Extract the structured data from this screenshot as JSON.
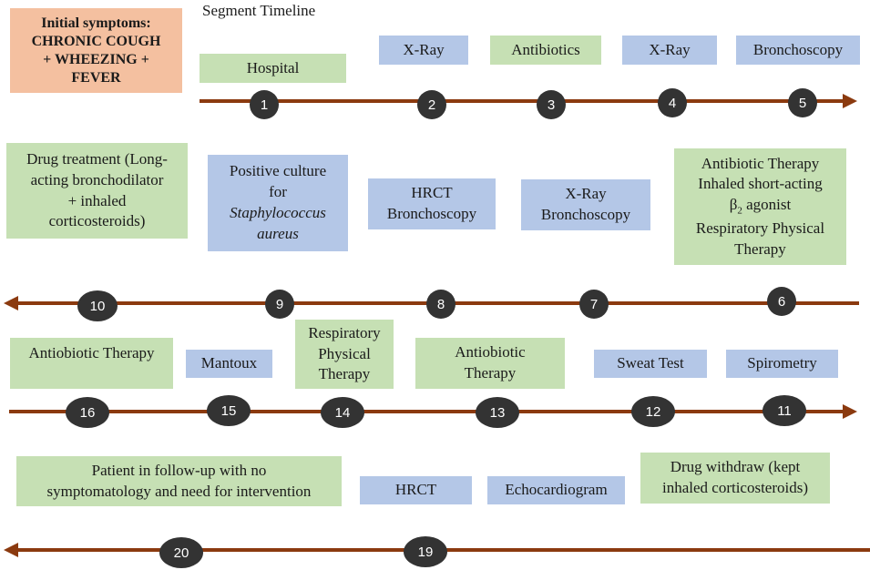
{
  "title": "Segment Timeline",
  "initial_symptoms": "Initial symptoms:\nCHRONIC COUGH\n+ WHEEZING +\nFEVER",
  "row1": {
    "hospital": "Hospital",
    "xray1": "X-Ray",
    "antibiotics": "Antibiotics",
    "xray2": "X-Ray",
    "bronchoscopy": "Bronchoscopy",
    "numbers": [
      "1",
      "2",
      "3",
      "4",
      "5"
    ]
  },
  "row2": {
    "drug_treatment": "Drug treatment (Long-\nacting bronchodilator\n+ inhaled\ncorticosteroids)",
    "culture_prefix": "Positive culture\nfor",
    "culture_organism": "Staphylococcus\naureus",
    "hrct_bronch": "HRCT\nBronchoscopy",
    "xray_bronch": "X-Ray\nBronchoscopy",
    "antibiotic_therapy_line1": "Antibiotic Therapy\nInhaled short-acting",
    "beta": "β",
    "beta_sub": "2",
    "agonist": " agonist",
    "antibiotic_therapy_line3": "Respiratory Physical\nTherapy",
    "numbers": [
      "10",
      "9",
      "8",
      "7",
      "6"
    ]
  },
  "row3": {
    "antiobiotic1": "Antiobiotic Therapy",
    "mantoux": "Mantoux",
    "resp_physical": "Respiratory\nPhysical\nTherapy",
    "antiobiotic2": "Antiobiotic\nTherapy",
    "sweat_test": "Sweat Test",
    "spirometry": "Spirometry",
    "numbers": [
      "16",
      "15",
      "14",
      "13",
      "12",
      "11"
    ]
  },
  "row4": {
    "followup": "Patient in follow-up with no\nsymptomatology and need for intervention",
    "hrct": "HRCT",
    "echo": "Echocardiogram",
    "drug_withdraw": "Drug withdraw (kept\ninhaled corticosteroids)",
    "numbers": [
      "20",
      "19"
    ]
  },
  "colors": {
    "arrow": "#8b3a0f",
    "green_box": "#c6e0b4",
    "blue_box": "#b4c7e7",
    "orange_box": "#f4c0a0",
    "circle": "#333333"
  }
}
